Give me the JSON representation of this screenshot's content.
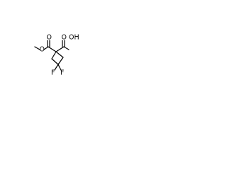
{
  "molecule": {
    "labels": {
      "ester_o_left": "O",
      "carbonyl_o_left": "O",
      "carbonyl_o_right": "O",
      "hydroxyl": "OH",
      "fluorine_left": "F",
      "fluorine_right": "F"
    }
  }
}
